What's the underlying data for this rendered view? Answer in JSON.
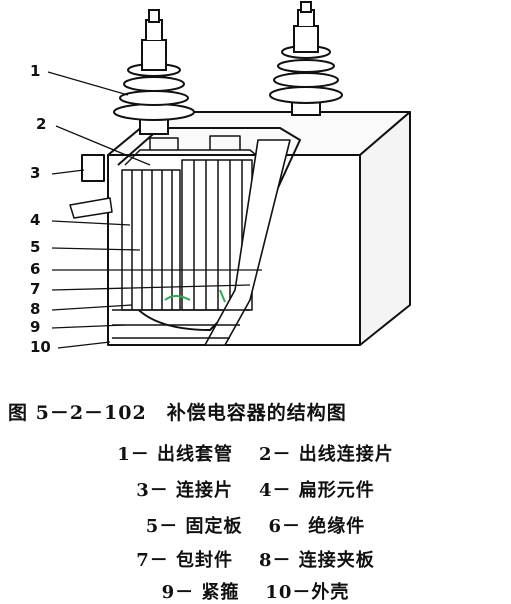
{
  "labels": [
    "1",
    "2",
    "3",
    "4",
    "5",
    "6",
    "7",
    "8",
    "9",
    "10"
  ],
  "caption": {
    "title": "图 5－2－102　补偿电容器的结构图"
  },
  "legend": [
    [
      "1－ 出线套管",
      "2－ 出线连接片"
    ],
    [
      "3－ 连接片",
      "4－ 扁形元件"
    ],
    [
      "5－ 固定板",
      "6－ 绝缘件"
    ],
    [
      "7－ 包封件",
      "8－ 连接夹板"
    ],
    [
      "9－ 紧箍",
      "10－外壳"
    ]
  ],
  "colors": {
    "ink": "#111111",
    "background": "#ffffff",
    "accent_green": "#2fa84f"
  }
}
